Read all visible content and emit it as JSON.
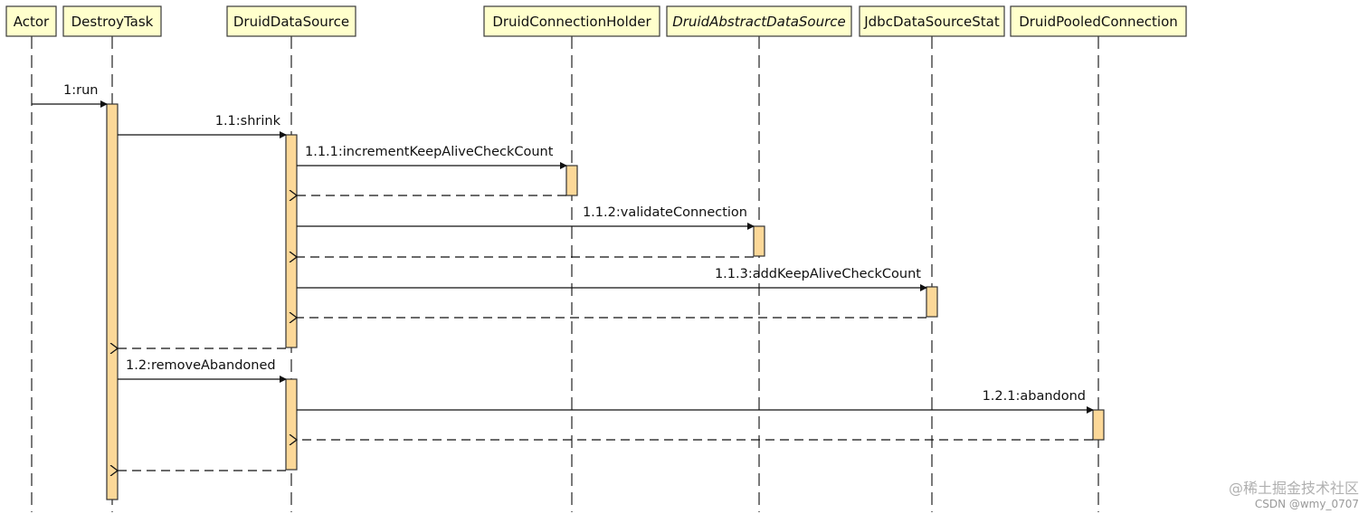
{
  "participants": [
    {
      "id": "actor",
      "label": "Actor"
    },
    {
      "id": "destroy",
      "label": "DestroyTask"
    },
    {
      "id": "druidds",
      "label": "DruidDataSource"
    },
    {
      "id": "holder",
      "label": "DruidConnectionHolder"
    },
    {
      "id": "abstract",
      "label": "DruidAbstractDataSource",
      "italic": true
    },
    {
      "id": "stat",
      "label": "JdbcDataSourceStat"
    },
    {
      "id": "pooled",
      "label": "DruidPooledConnection"
    }
  ],
  "messages": [
    {
      "from": "actor",
      "to": "destroy",
      "label": "1:run",
      "kind": "call"
    },
    {
      "from": "destroy",
      "to": "druidds",
      "label": "1.1:shrink",
      "kind": "call"
    },
    {
      "from": "druidds",
      "to": "holder",
      "label": "1.1.1:incrementKeepAliveCheckCount",
      "kind": "call"
    },
    {
      "from": "holder",
      "to": "druidds",
      "label": "",
      "kind": "return"
    },
    {
      "from": "druidds",
      "to": "abstract",
      "label": "1.1.2:validateConnection",
      "kind": "call"
    },
    {
      "from": "abstract",
      "to": "druidds",
      "label": "",
      "kind": "return"
    },
    {
      "from": "druidds",
      "to": "stat",
      "label": "1.1.3:addKeepAliveCheckCount",
      "kind": "call"
    },
    {
      "from": "stat",
      "to": "druidds",
      "label": "",
      "kind": "return"
    },
    {
      "from": "druidds",
      "to": "destroy",
      "label": "",
      "kind": "return"
    },
    {
      "from": "destroy",
      "to": "druidds",
      "label": "1.2:removeAbandoned",
      "kind": "call"
    },
    {
      "from": "druidds",
      "to": "pooled",
      "label": "1.2.1:abandond",
      "kind": "call"
    },
    {
      "from": "pooled",
      "to": "druidds",
      "label": "",
      "kind": "return"
    },
    {
      "from": "druidds",
      "to": "destroy",
      "label": "",
      "kind": "return"
    }
  ],
  "watermark": {
    "line1": "@稀土掘金技术社区",
    "line2": "CSDN @wmy_0707"
  }
}
